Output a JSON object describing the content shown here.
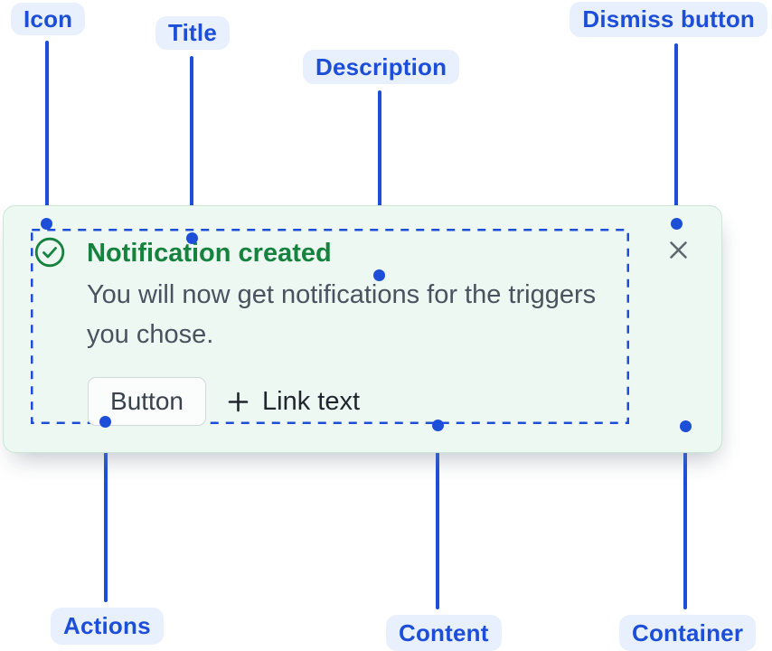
{
  "diagram": {
    "annotations": {
      "icon": "Icon",
      "title": "Title",
      "description": "Description",
      "dismiss": "Dismiss button",
      "actions": "Actions",
      "content": "Content",
      "container": "Container"
    }
  },
  "flag": {
    "title": "Notification created",
    "description": "You will now get notifications for the triggers you chose.",
    "actions": {
      "button": "Button",
      "link": "Link text"
    },
    "icons": {
      "status": "success-checkmark-circle-icon",
      "dismiss": "close-x-icon",
      "link_prefix": "plus-icon"
    }
  },
  "colors": {
    "annotation_blue": "#1D4ED8",
    "annotation_pill_bg": "#E8EFFD",
    "success_green": "#15823E",
    "card_bg": "#EEF8F2",
    "card_border": "#C9E7D4",
    "description_text": "#49525E",
    "dismiss_gray": "#5F676F",
    "link_text": "#20262E",
    "button_text": "#39414C",
    "button_border": "#D3D8DC",
    "button_bg": "#FBFCFC"
  }
}
